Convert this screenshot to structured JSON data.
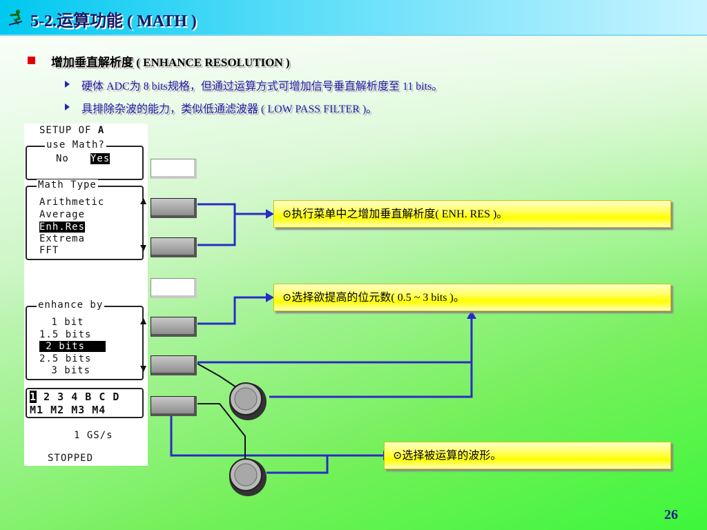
{
  "title": "5-2.运算功能 ( MATH )",
  "bullet": {
    "heading": "增加垂直解析度 ( ENHANCE RESOLUTION )",
    "sub_items": [
      "硬体 ADC为 8 bits规格，但通过运算方式可增加信号垂直解析度至 11 bits。",
      "具排除杂波的能力，类似低通滤波器 ( LOW PASS FILTER )。"
    ]
  },
  "screen": {
    "setup_label": "SETUP OF",
    "setup_channel": "A",
    "use_math": {
      "legend": "use Math?",
      "no": "No",
      "yes": "Yes"
    },
    "math_type": {
      "legend": "Math Type",
      "options": [
        "Arithmetic",
        "Average",
        "Enh.Res",
        "Extrema",
        "FFT"
      ]
    },
    "enhance_by": {
      "legend": "enhance by",
      "options": [
        " 1 bit",
        "1.5 bits",
        " 2 bits",
        "2.5 bits",
        " 3 bits"
      ]
    },
    "sources_top": [
      "1",
      "2",
      "3",
      "4",
      "B",
      "C",
      "D"
    ],
    "sources_bottom": [
      "M1",
      "M2",
      "M3",
      "M4"
    ],
    "sample_rate": "1 GS/s",
    "status": "STOPPED"
  },
  "callouts": {
    "enh_res": "⊙执行菜单中之增加垂直解析度( ENH. RES )。",
    "bits": "⊙选择欲提高的位元数( 0.5 ~ 3 bits )。",
    "waveform": "⊙选择被运算的波形。"
  },
  "page_number": "26",
  "colors": {
    "arrow": "#2a2ac8",
    "highlight": "#000000",
    "bullet": "#e00000"
  }
}
